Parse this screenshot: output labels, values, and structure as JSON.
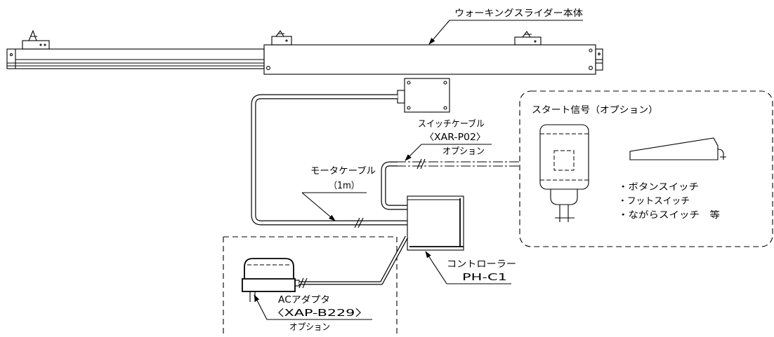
{
  "slider": {
    "label": "ウォーキングスライダー本体"
  },
  "start_signal": {
    "title": "スタート信号（オプション）",
    "items": [
      "・ボタンスイッチ",
      "・フットスイッチ",
      "・ながらスイッチ　等"
    ]
  },
  "switch_cable": {
    "name": "スイッチケーブル",
    "model": "〈XAR-P02〉",
    "note": "オプション"
  },
  "motor_cable": {
    "name": "モータケーブル",
    "length": "（1m）"
  },
  "controller": {
    "name": "コントローラー",
    "model": "PH-C1"
  },
  "ac_adapter": {
    "name": "ACアダプタ",
    "model": "〈XAP-B229〉",
    "note": "オプション"
  },
  "colors": {
    "line": "#000000",
    "background": "#ffffff"
  }
}
